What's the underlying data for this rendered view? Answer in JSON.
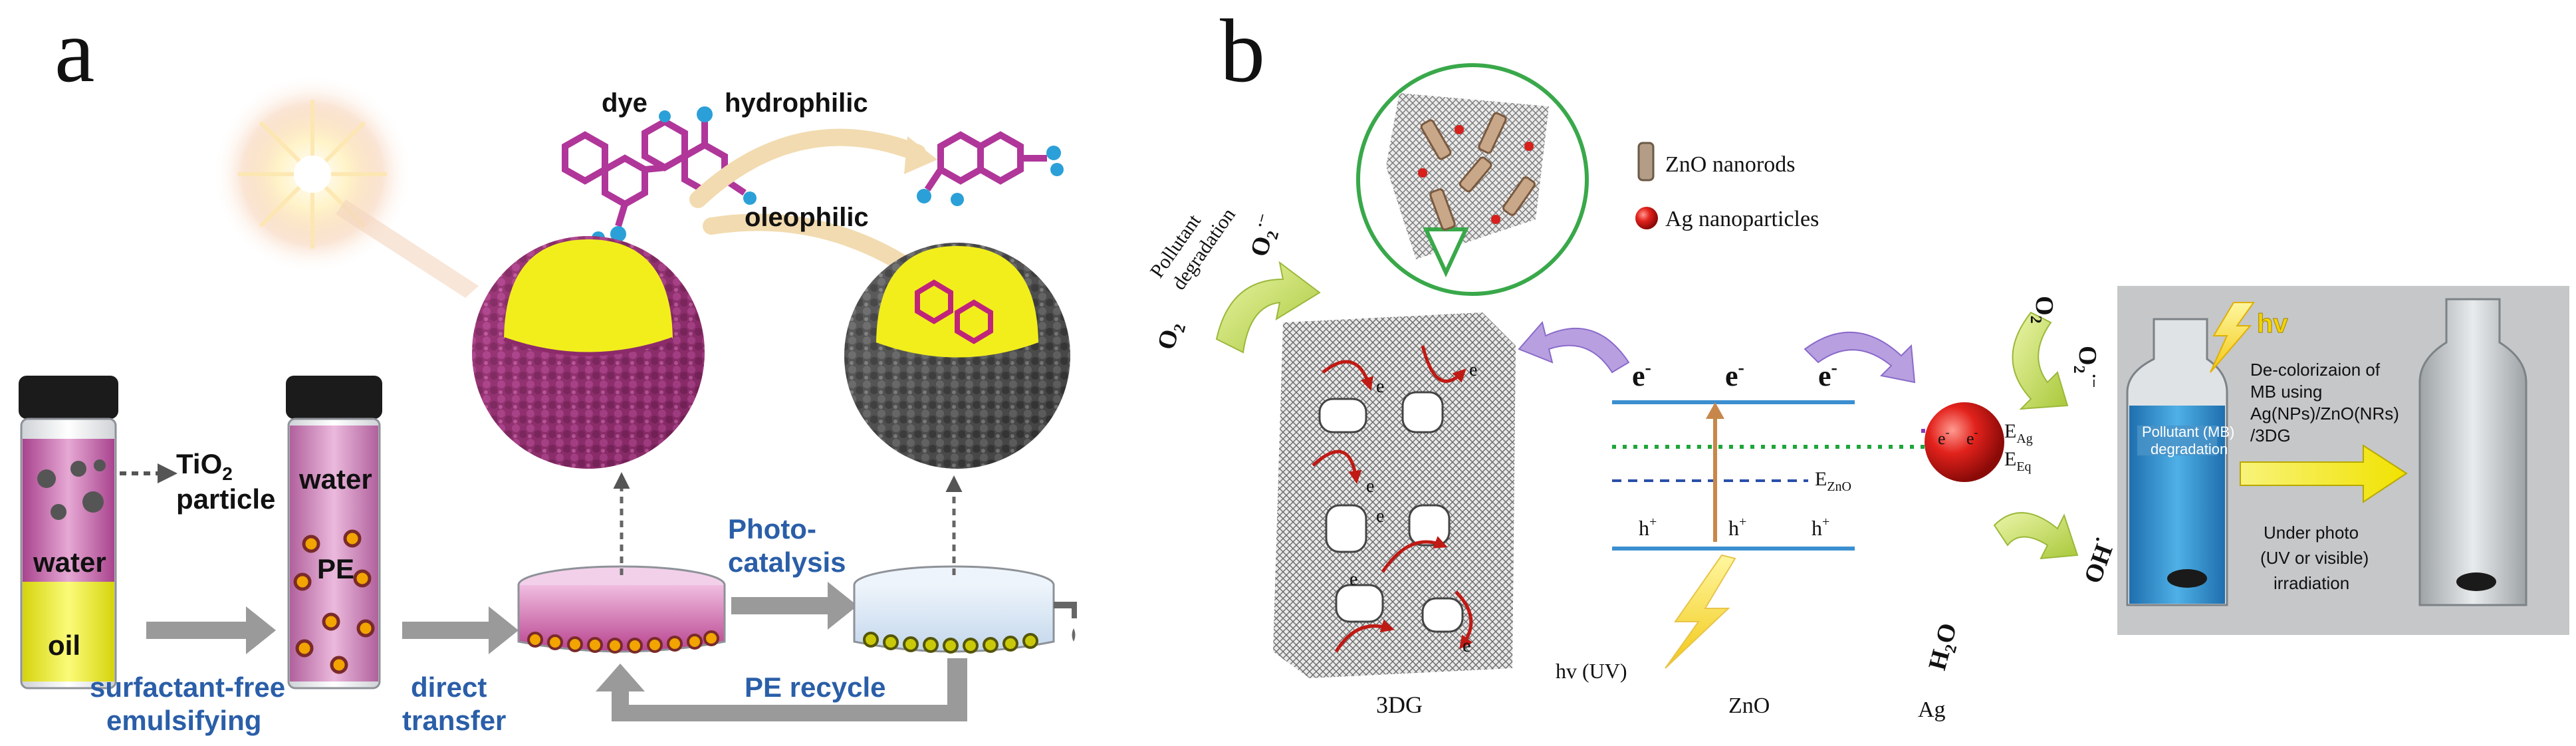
{
  "panel_a": {
    "label": "a",
    "dye": "dye",
    "hydrophilic": "hydrophilic",
    "oleophilic": "oleophilic",
    "tio2": "TiO",
    "tio2_sub": "2",
    "particle": "particle",
    "water_1": "water",
    "oil": "oil",
    "water_2": "water",
    "pe": "PE",
    "surfactant_1": "surfactant-free",
    "surfactant_2": "emulsifying",
    "direct_1": "direct",
    "direct_2": "transfer",
    "photo_1": "Photo-",
    "photo_2": "catalysis",
    "pe_recycle": "PE recycle"
  },
  "panel_b": {
    "label": "b",
    "legend_zno": "ZnO nanorods",
    "legend_ag": "Ag nanoparticles",
    "pollutant_1": "Pollutant",
    "pollutant_2": "degradation",
    "o2": "O",
    "o2_sub": "2",
    "o2_rad": "O",
    "o2_rad_sup": "2",
    "o2_rad_mark": "·−",
    "e_minus": "e",
    "h_plus": "h",
    "e_ag": "E",
    "e_ag_sub": "Ag",
    "e_eq": "E",
    "e_eq_sub": "Eq",
    "e_zno": "E",
    "e_zno_sub": "ZnO",
    "label_3dg": "3DG",
    "hv_uv": "hv (UV)",
    "label_zno": "ZnO",
    "label_ag": "Ag",
    "h2o": "H",
    "h2o_sub": "2",
    "h2o_o": "O",
    "oh": "OH",
    "oh_dot": "·",
    "hv": "hv",
    "decolor_1": "De-colorizaion of",
    "decolor_2": "MB using",
    "decolor_3": "Ag(NPs)/ZnO(NRs)",
    "decolor_4": "/3DG",
    "pollutant_mb_1": "Pollutant (MB)",
    "pollutant_mb_2": "degradation",
    "under_1": "Under photo",
    "under_2": "(UV or visible)",
    "under_3": "irradiation"
  },
  "colors": {
    "dye_purple": "#b0369a",
    "cyan_group": "#2ba0d8",
    "shell_magenta": "#8c2a6a",
    "shell_gray": "#4a4a4a",
    "core_yellow": "#f2ee1c",
    "arrow_gray": "#9a9a9a",
    "label_blue": "#2a5ea8",
    "band_blue": "#3b8fd0",
    "ag_red": "#d8201c",
    "green_arrow": "#c9df5a",
    "purple_arrow": "#9a6ad0",
    "mb_blue": "#2f87c8"
  }
}
